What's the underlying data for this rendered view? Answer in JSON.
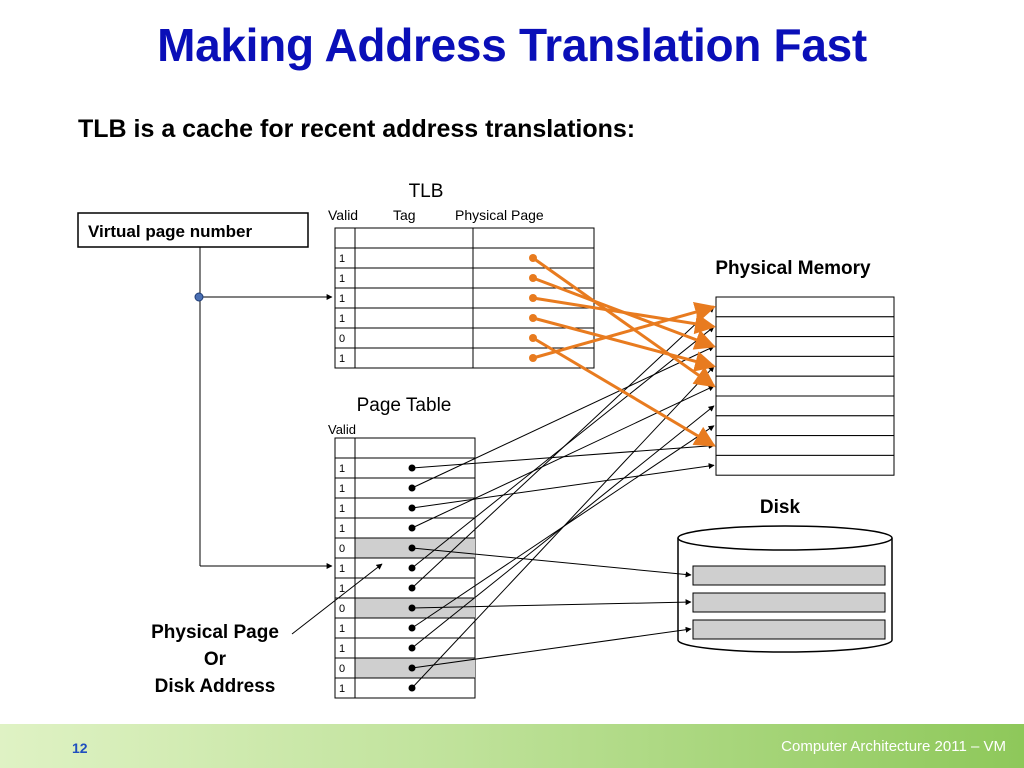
{
  "slide": {
    "title": "Making Address Translation Fast",
    "subtitle": "TLB is a cache for recent address translations:"
  },
  "virtual_page": {
    "label": "Virtual page number"
  },
  "tlb": {
    "title": "TLB",
    "headers": {
      "valid": "Valid",
      "tag": "Tag",
      "physical_page": "Physical Page"
    },
    "valid_bits": [
      "1",
      "1",
      "1",
      "1",
      "0",
      "1"
    ]
  },
  "page_table": {
    "title": "Page Table",
    "header_valid": "Valid",
    "valid_bits": [
      "1",
      "1",
      "1",
      "1",
      "0",
      "1",
      "1",
      "0",
      "1",
      "1",
      "0",
      "1"
    ]
  },
  "physical_memory": {
    "title": "Physical Memory",
    "slot_count": 9
  },
  "disk": {
    "title": "Disk",
    "slot_count": 3
  },
  "annotation": {
    "line1": "Physical Page",
    "line2": "Or",
    "line3": "Disk Address"
  },
  "footer": {
    "page_number": "12",
    "text": "Computer Architecture 2011 – VM"
  },
  "colors": {
    "title": "#0a0fb8",
    "tlb_arrow": "#e87b1f",
    "invalid_row": "#cfcfcf",
    "footer_gradient_end": "#8ec85a"
  },
  "mappings": {
    "tlb_to_memory": [
      4,
      2,
      1,
      3,
      7,
      0
    ],
    "page_table_to_memory": [
      7,
      2,
      8,
      4,
      null,
      1,
      0,
      null,
      6,
      5,
      null,
      3
    ],
    "page_table_to_disk": [
      [
        4,
        0
      ],
      [
        7,
        1
      ],
      [
        10,
        2
      ]
    ]
  }
}
